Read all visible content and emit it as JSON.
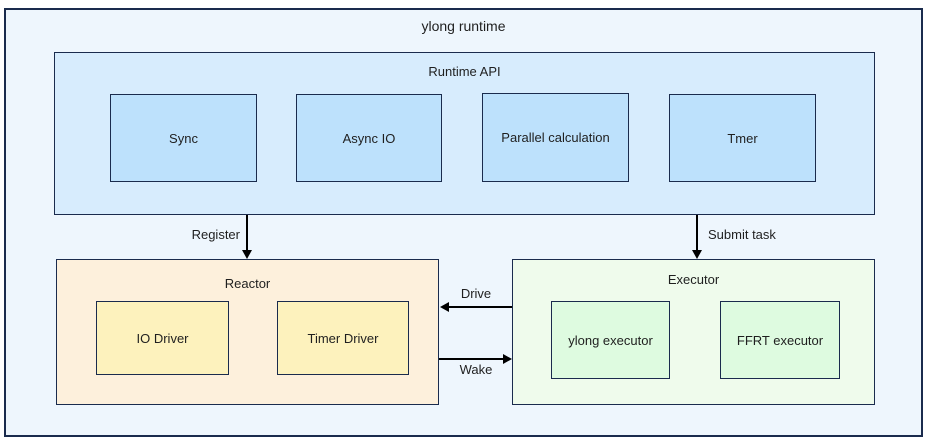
{
  "diagram": {
    "title": "ylong runtime",
    "runtime_api": {
      "title": "Runtime API",
      "modules": [
        "Sync",
        "Async IO",
        "Parallel calculation",
        "Tmer"
      ]
    },
    "reactor": {
      "title": "Reactor",
      "modules": [
        "IO Driver",
        "Timer Driver"
      ]
    },
    "executor": {
      "title": "Executor",
      "modules": [
        "ylong executor",
        "FFRT executor"
      ]
    },
    "arrows": {
      "register": "Register",
      "submit_task": "Submit task",
      "drive": "Drive",
      "wake": "Wake"
    },
    "colors": {
      "outer_fill": "#eef6fd",
      "runtime_api_fill": "#d7ecfd",
      "api_module_fill": "#bde1fc",
      "reactor_fill": "#fdf0dc",
      "reactor_module_fill": "#fdf2bd",
      "executor_fill": "#effbec",
      "executor_module_fill": "#defbe0",
      "border": "#1a2b4d",
      "arrow": "#000000"
    }
  }
}
